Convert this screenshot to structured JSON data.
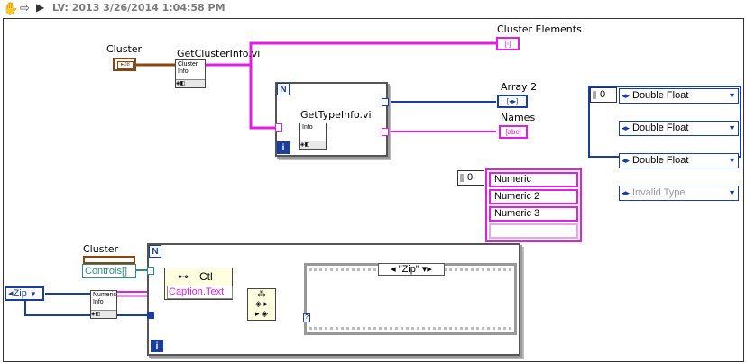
{
  "toolbar": {
    "title": "LV: 2013 3/26/2014 1:04:58 PM"
  },
  "labels": {
    "cluster_top": "Cluster",
    "get_cluster_info": "GetClusterInfo.vi",
    "get_type_info": "GetTypeInfo.vi",
    "cluster_elements": "Cluster Elements",
    "array2": "Array 2",
    "names": "Names",
    "cluster_bottom": "Cluster"
  },
  "subvis": {
    "cluster_info": "Cluster Info",
    "info": "Info",
    "numeric_info": "Numeric Info"
  },
  "terminals": {
    "n": "N",
    "i": "i",
    "controls": "Controls[]",
    "abc": "abc"
  },
  "enum_array": {
    "index": "0",
    "rows": [
      "Double Float",
      "Double Float",
      "Double Float",
      "Invalid Type"
    ]
  },
  "string_array": {
    "index": "0",
    "rows": [
      "Numeric",
      "Numeric 2",
      "Numeric 3",
      ""
    ]
  },
  "property_node": {
    "class": "Ctl",
    "property": "Caption.Text"
  },
  "zip": {
    "control": "Zip",
    "case_selector": "\"Zip\""
  },
  "colors": {
    "blue": "#1b3d9e",
    "pink": "#e020e0",
    "brown": "#8b4513",
    "teal": "#2a8a8a"
  }
}
